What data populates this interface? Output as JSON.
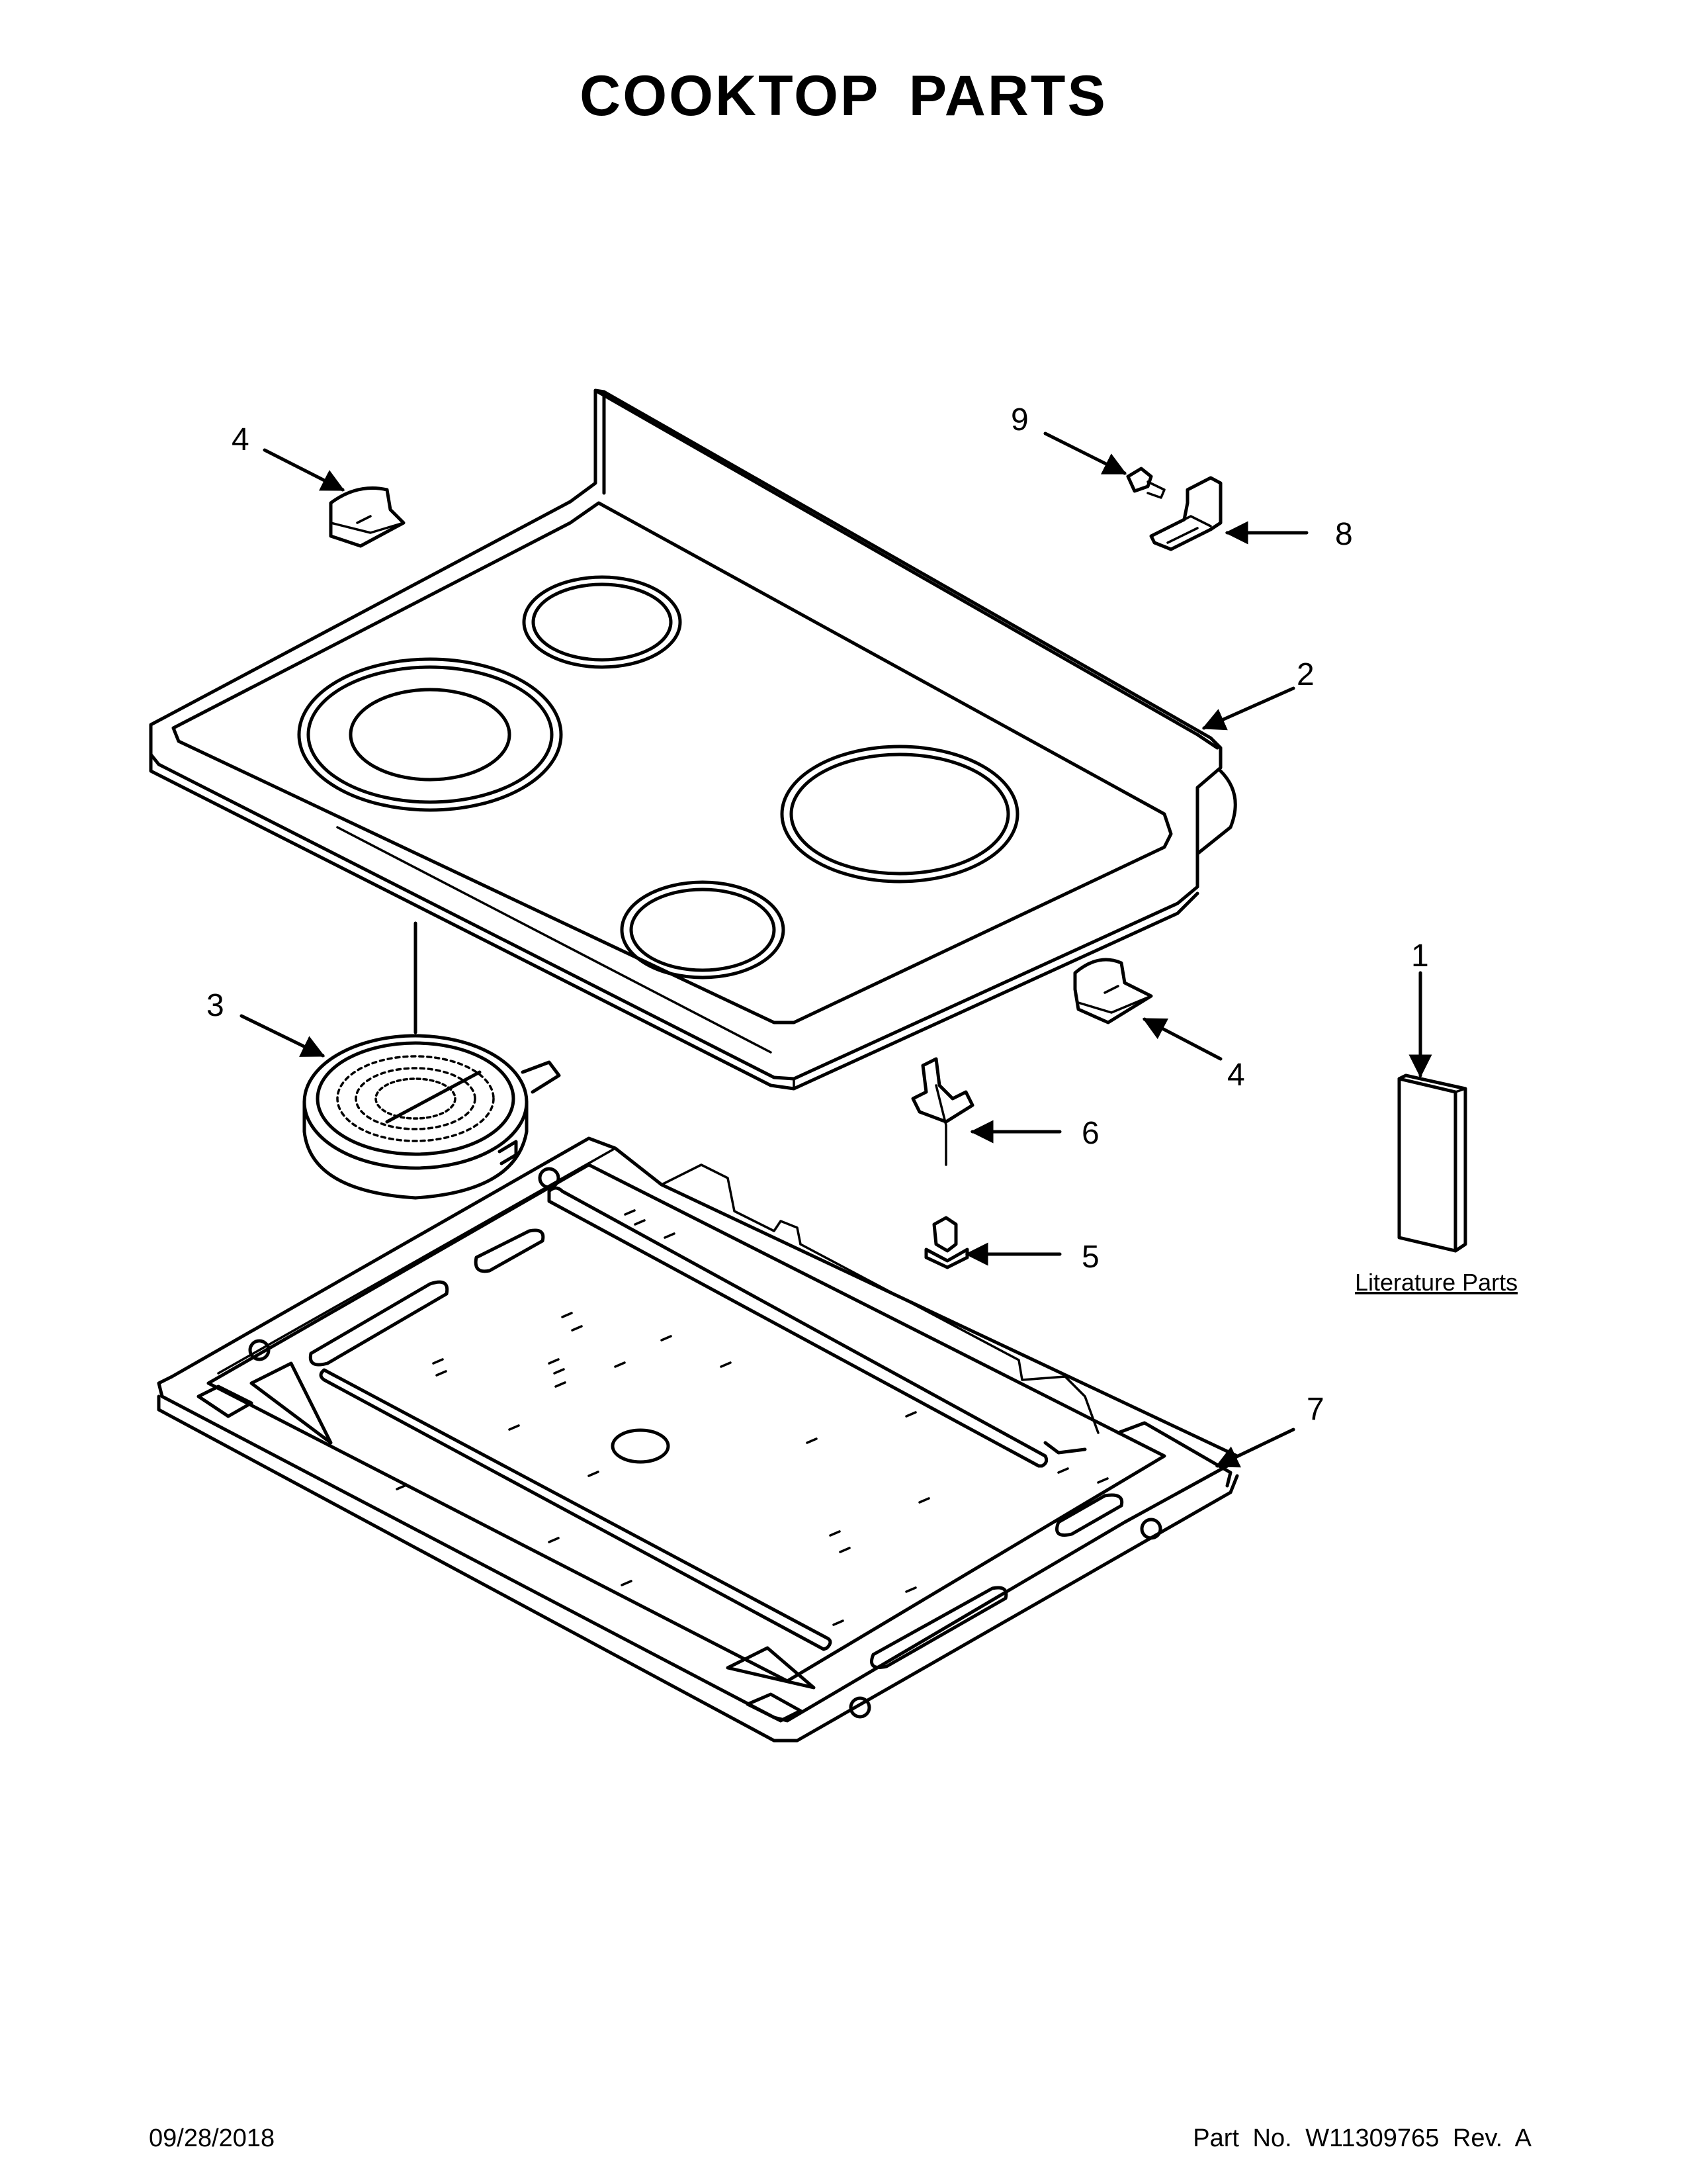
{
  "page": {
    "title": "COOKTOP PARTS",
    "date": "09/28/2018",
    "part_number": "Part No.  W11309765  Rev.  A"
  },
  "callouts": {
    "c1": "1",
    "c2": "2",
    "c3": "3",
    "c4a": "4",
    "c4b": "4",
    "c5": "5",
    "c6": "6",
    "c7": "7",
    "c8": "8",
    "c9": "9"
  },
  "literature_label": "Literature Parts"
}
